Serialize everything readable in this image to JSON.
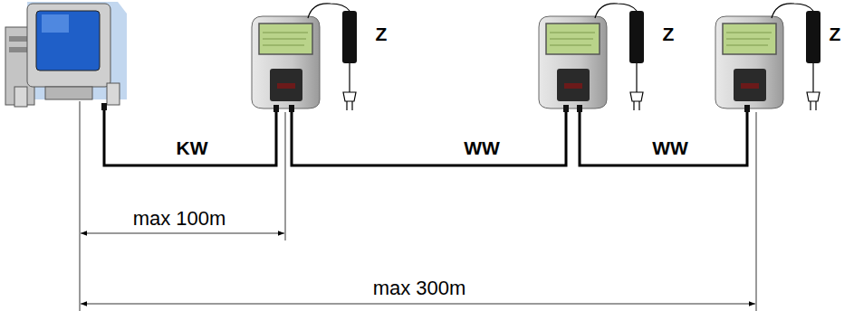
{
  "diagram": {
    "labels": [
      "Z",
      "Z",
      "Z",
      "KW",
      "WW",
      "WW",
      "max 100m",
      "max 300m"
    ]
  }
}
